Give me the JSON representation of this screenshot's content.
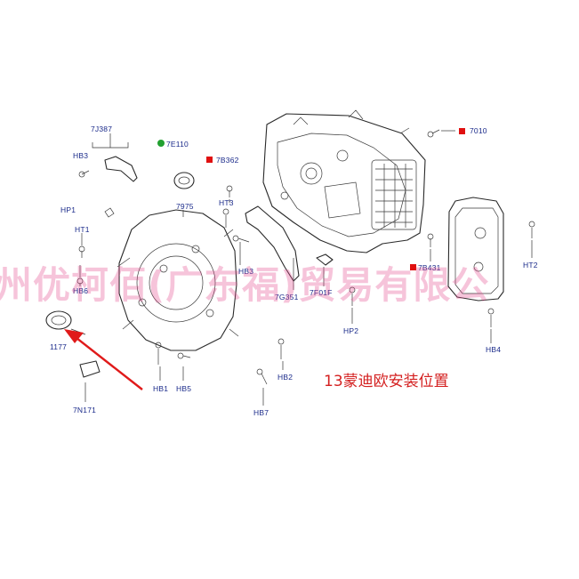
{
  "labels": {
    "p7J387": "7J387",
    "p7E110": "7E110",
    "p7B362": "7B362",
    "p7010": "7010",
    "HB3a": "HB3",
    "HP1": "HP1",
    "p7975": "7975",
    "HT3": "HT3",
    "HT1": "HT1",
    "HB3b": "HB3",
    "HB6": "HB6",
    "p7G351": "7G351",
    "p7F01F": "7F01F",
    "p7B431": "7B431",
    "HT2": "HT2",
    "HP2": "HP2",
    "p1177": "1177",
    "HB4": "HB4",
    "HB1": "HB1",
    "HB5": "HB5",
    "HB2": "HB2",
    "HB7": "HB7",
    "p7N171": "7N171"
  },
  "watermark": "州优柯佰(广东福)贸易有限公",
  "note": "13蒙迪欧安装位置",
  "colors": {
    "label": "#1a2a8a",
    "new_part_marker": "#e01010",
    "green_marker": "#22a030",
    "arrow": "#e01a1a",
    "note_text": "#d42020",
    "watermark": "#e2488c"
  },
  "markers": {
    "square": "red-square-marker",
    "circle": "green-circle-marker"
  }
}
